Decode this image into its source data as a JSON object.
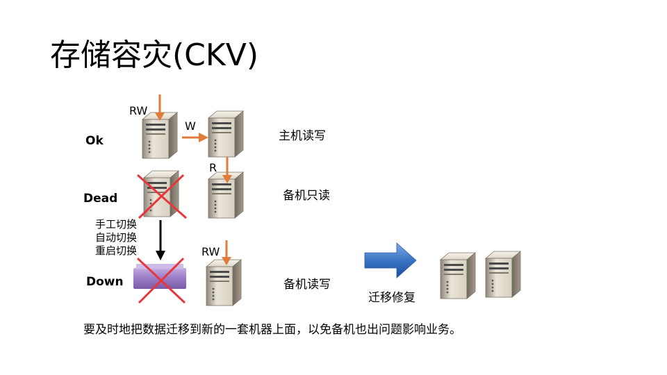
{
  "title": "存储容灾(CKV)",
  "states": {
    "ok": "Ok",
    "dead": "Dead",
    "down": "Down"
  },
  "labels": {
    "rw_top": "RW",
    "w": "W",
    "r": "R",
    "rw_bottom": "RW"
  },
  "descriptions": {
    "master": "主机读写",
    "standby_readonly": "备机只读",
    "standby_readwrite": "备机读写"
  },
  "switch_modes": [
    "手工切换",
    "自动切换",
    "重启切换"
  ],
  "migrate_label": "迁移修复",
  "note": "要及时地把数据迁移到新的一套机器上面，以免备机也出问题影响业务。",
  "colors": {
    "arrow": "#E07B39",
    "cross": "#E8363A",
    "big_arrow": "#3A74C4",
    "failed_block": "#8E6BBF"
  }
}
